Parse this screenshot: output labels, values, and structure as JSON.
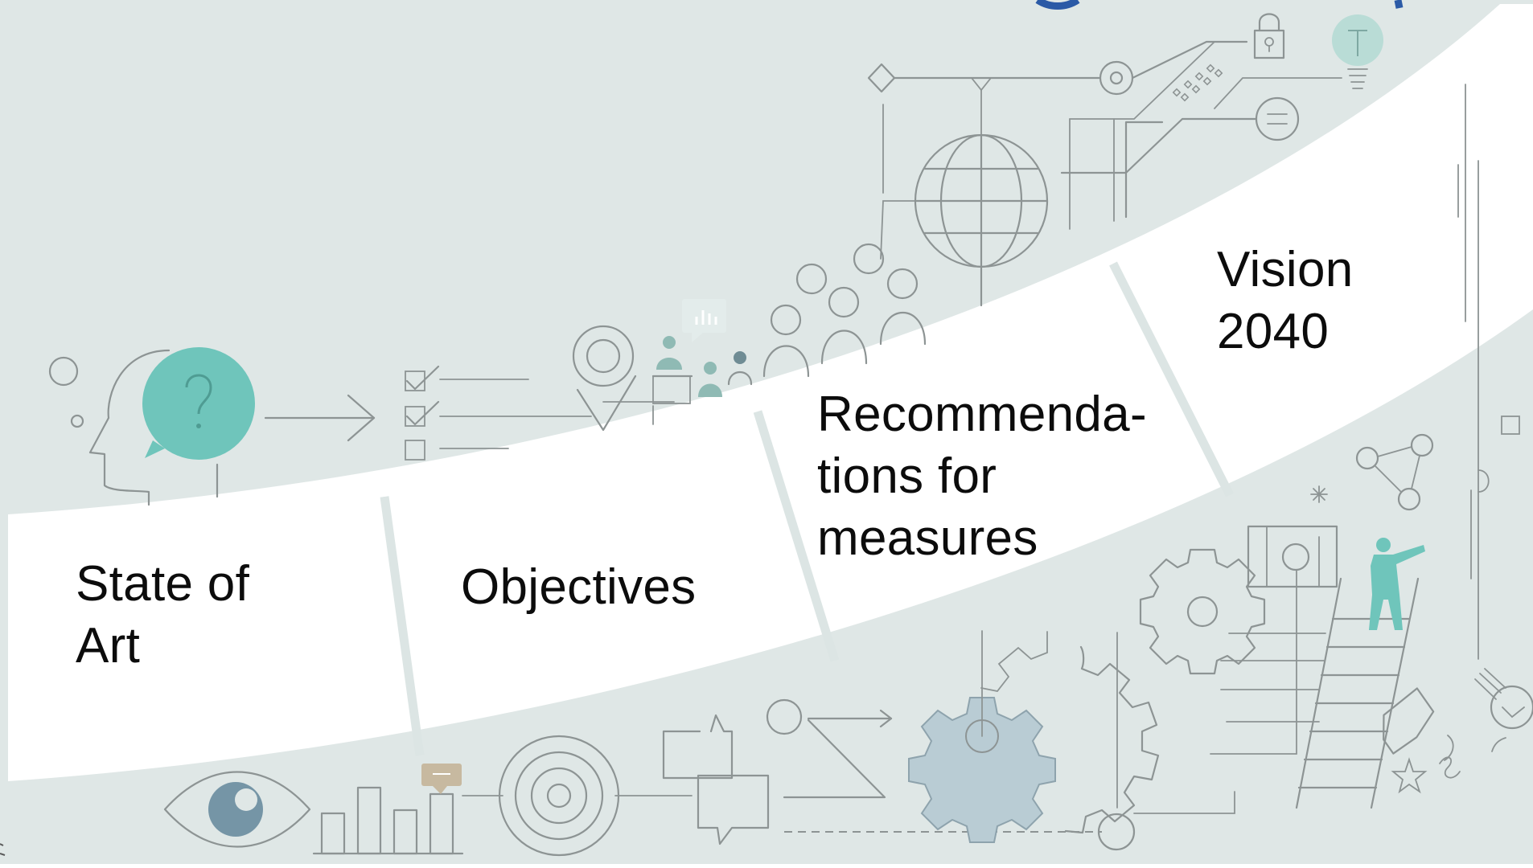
{
  "roadmap": {
    "stages": [
      {
        "label": "State of\nArt"
      },
      {
        "label": "Objectives"
      },
      {
        "label": "Recommenda-\ntions for\nmeasures"
      },
      {
        "label": "Vision\n2040"
      }
    ],
    "colors": {
      "band_background": "#dfe7e6",
      "path_white": "#ffffff",
      "path_divider": "#dce5e4",
      "line_art": "#8d9494",
      "accent_teal": "#6fc5bb",
      "gear_fill": "#b9ccd4",
      "text": "#0c0c0c",
      "title_blue": "#2b5aa6"
    },
    "icons": [
      "head-question-icon",
      "arrow-right-icon",
      "checklist-icon",
      "target-icon",
      "presentation-meeting-icon",
      "people-group-icon",
      "globe-icon",
      "network-circuit-icon",
      "lock-icon",
      "lightbulb-icon",
      "eye-icon",
      "bar-chart-icon",
      "maze-target-icon",
      "chat-bubbles-icon",
      "process-arrow-icon",
      "gear-icon",
      "ladder-person-icon",
      "triangle-network-icon"
    ]
  }
}
